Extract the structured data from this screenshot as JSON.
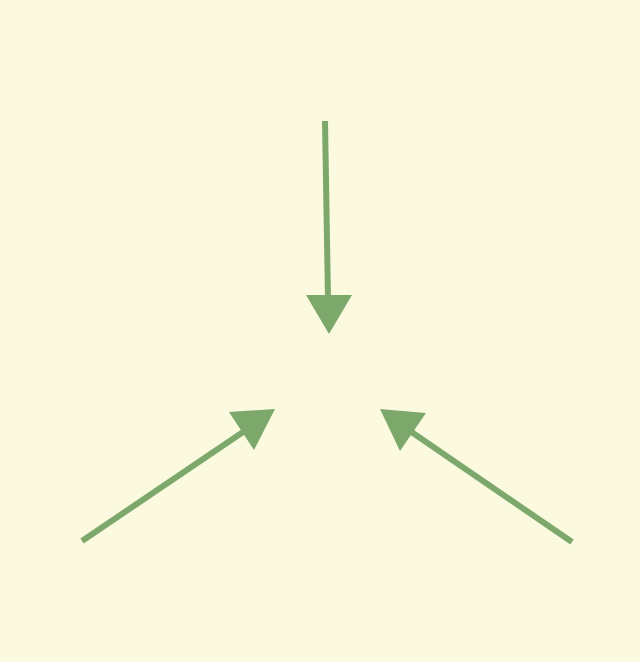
{
  "diagram": {
    "background_color": "#fbfadf",
    "arrow_color": "#7da86c",
    "arrows": [
      {
        "id": "arrow-top",
        "direction": "down",
        "icon": "arrow-down-icon"
      },
      {
        "id": "arrow-bottom-left",
        "direction": "up-right",
        "icon": "arrow-up-right-icon"
      },
      {
        "id": "arrow-bottom-right",
        "direction": "up-left",
        "icon": "arrow-up-left-icon"
      }
    ]
  }
}
